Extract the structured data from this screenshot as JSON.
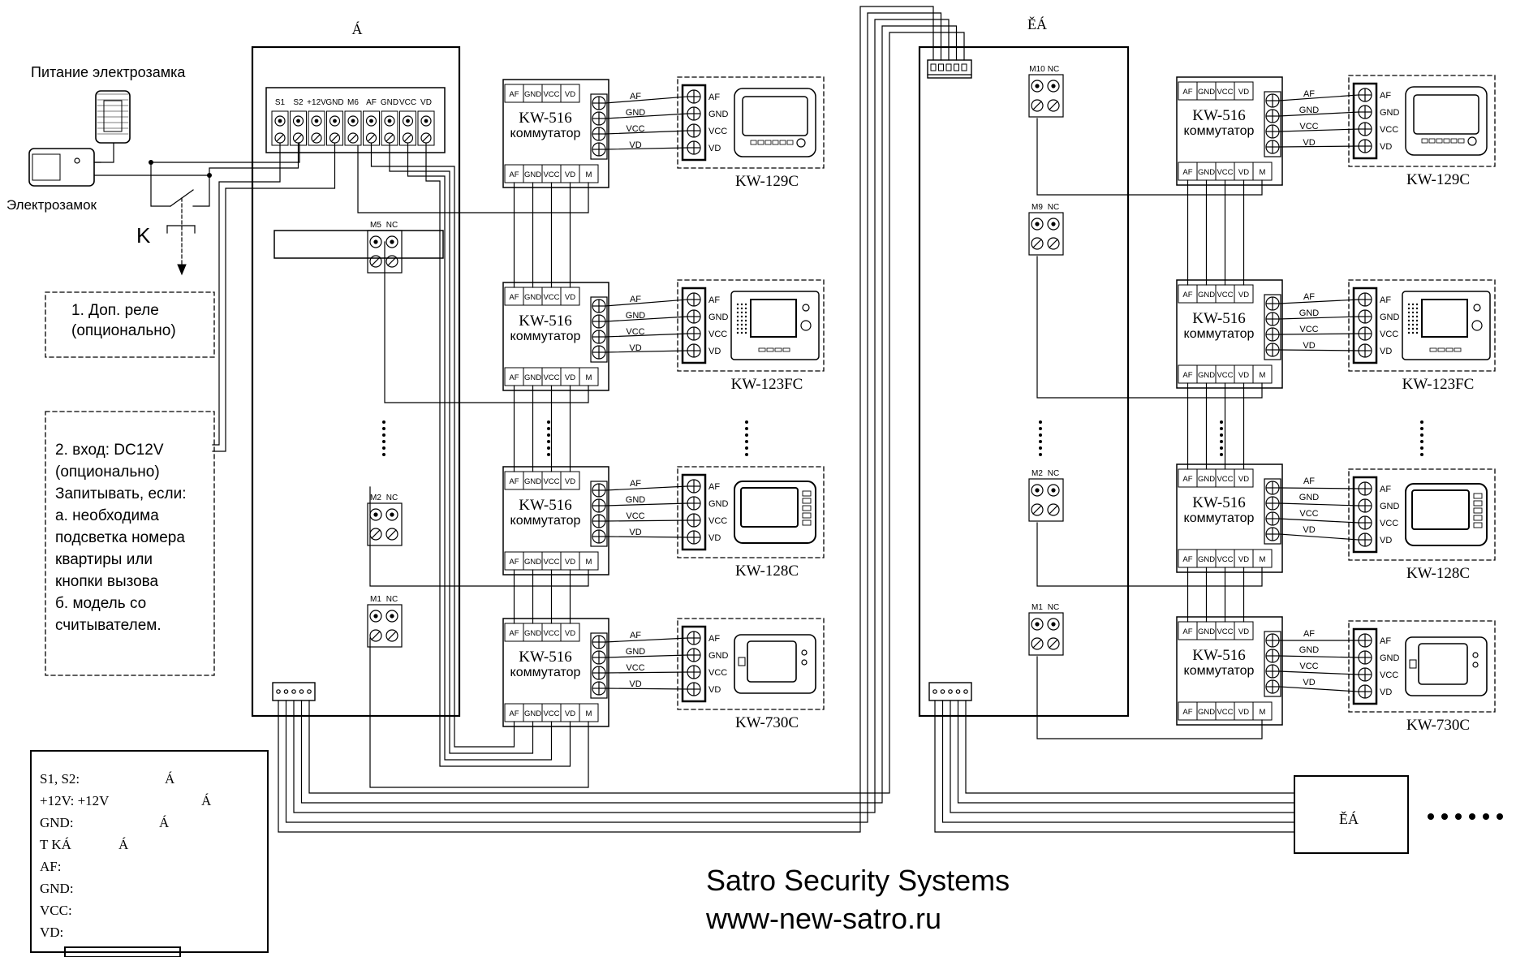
{
  "left_panel_title": "Á",
  "right_panel_title": "ĚÁ",
  "lock_power_label": "Питание электрозамка",
  "lock_label": "Электрозамок",
  "k_label": "K",
  "note1": {
    "line1": "1. Доп. реле",
    "line2": "(опционально)"
  },
  "note2": [
    "2. вход: DC12V",
    "(опционально)",
    "Запитывать, если:",
    "а. необходима",
    "подсветка номера",
    "квартиры или",
    "кнопки вызова",
    "б. модель со",
    "считывателем."
  ],
  "terminal_labels": [
    "S1",
    "S2",
    "+12V",
    "GND",
    "M6",
    "AF",
    "GND",
    "VCC",
    "VD"
  ],
  "relay_left": [
    {
      "m": "M5",
      "nc": "NC"
    },
    {
      "m": "M2",
      "nc": "NC"
    },
    {
      "m": "M1",
      "nc": "NC"
    }
  ],
  "relay_right": [
    {
      "m": "M10",
      "nc": "NC"
    },
    {
      "m": "M9",
      "nc": "NC"
    },
    {
      "m": "M2",
      "nc": "NC"
    },
    {
      "m": "M1",
      "nc": "NC"
    }
  ],
  "switch": {
    "name": "KW-516",
    "sub": "коммутатор",
    "top": [
      "AF",
      "GND",
      "VCC",
      "VD"
    ],
    "bottom": [
      "AF",
      "GND",
      "VCC",
      "VD",
      "M"
    ]
  },
  "wires": [
    "AF",
    "GND",
    "VCC",
    "VD"
  ],
  "monitor_terms": [
    "AF",
    "GND",
    "VCC",
    "VD"
  ],
  "monitors": [
    "KW-129C",
    "KW-123FC",
    "KW-128C",
    "KW-730C"
  ],
  "legend": [
    {
      "k": "S1, S2:",
      "v": "Á"
    },
    {
      "k": "+12V: +12V",
      "v": "Á"
    },
    {
      "k": "GND:",
      "v": "Á"
    },
    {
      "k": "T KÁ",
      "v": "Á"
    },
    {
      "k": "AF:",
      "v": ""
    },
    {
      "k": "GND:",
      "v": ""
    },
    {
      "k": "VCC:",
      "v": ""
    },
    {
      "k": "VD:",
      "v": ""
    }
  ],
  "next_box": "ĚÁ",
  "brand": "Satro Security Systems",
  "url": "www-new-satro.ru"
}
